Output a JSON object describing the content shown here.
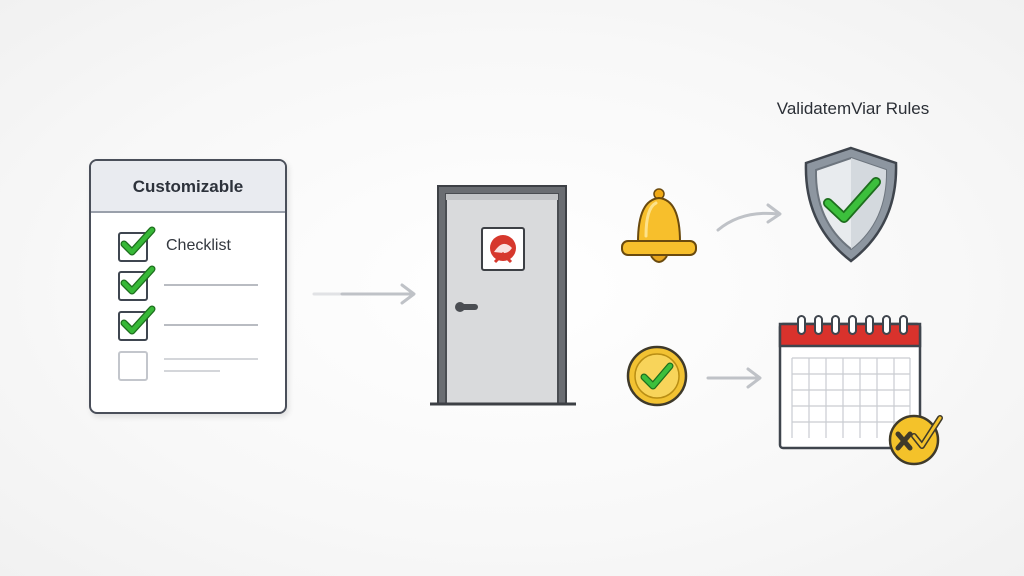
{
  "checklist": {
    "title": "Customizable",
    "items": [
      {
        "label": "Checklist",
        "checked": true
      },
      {
        "label": "",
        "checked": true
      },
      {
        "label": "",
        "checked": true
      },
      {
        "label": "",
        "checked": false
      }
    ]
  },
  "rules_title": "ValidatemViar Rules",
  "door_sign": "alert-sign",
  "icons": {
    "bell": "bell-icon",
    "shield": "shield-check-icon",
    "check_badge": "check-badge-icon",
    "calendar": "calendar-icon",
    "calendar_badge": "calendar-badge-icon"
  },
  "colors": {
    "check_green": "#2fae2f",
    "bell_yellow": "#f5b928",
    "calendar_red": "#d9322c",
    "sign_red": "#d6382d",
    "shield_gray": "#9aa3ad",
    "door_gray": "#d9dadc",
    "frame_dark": "#4a4d52"
  }
}
